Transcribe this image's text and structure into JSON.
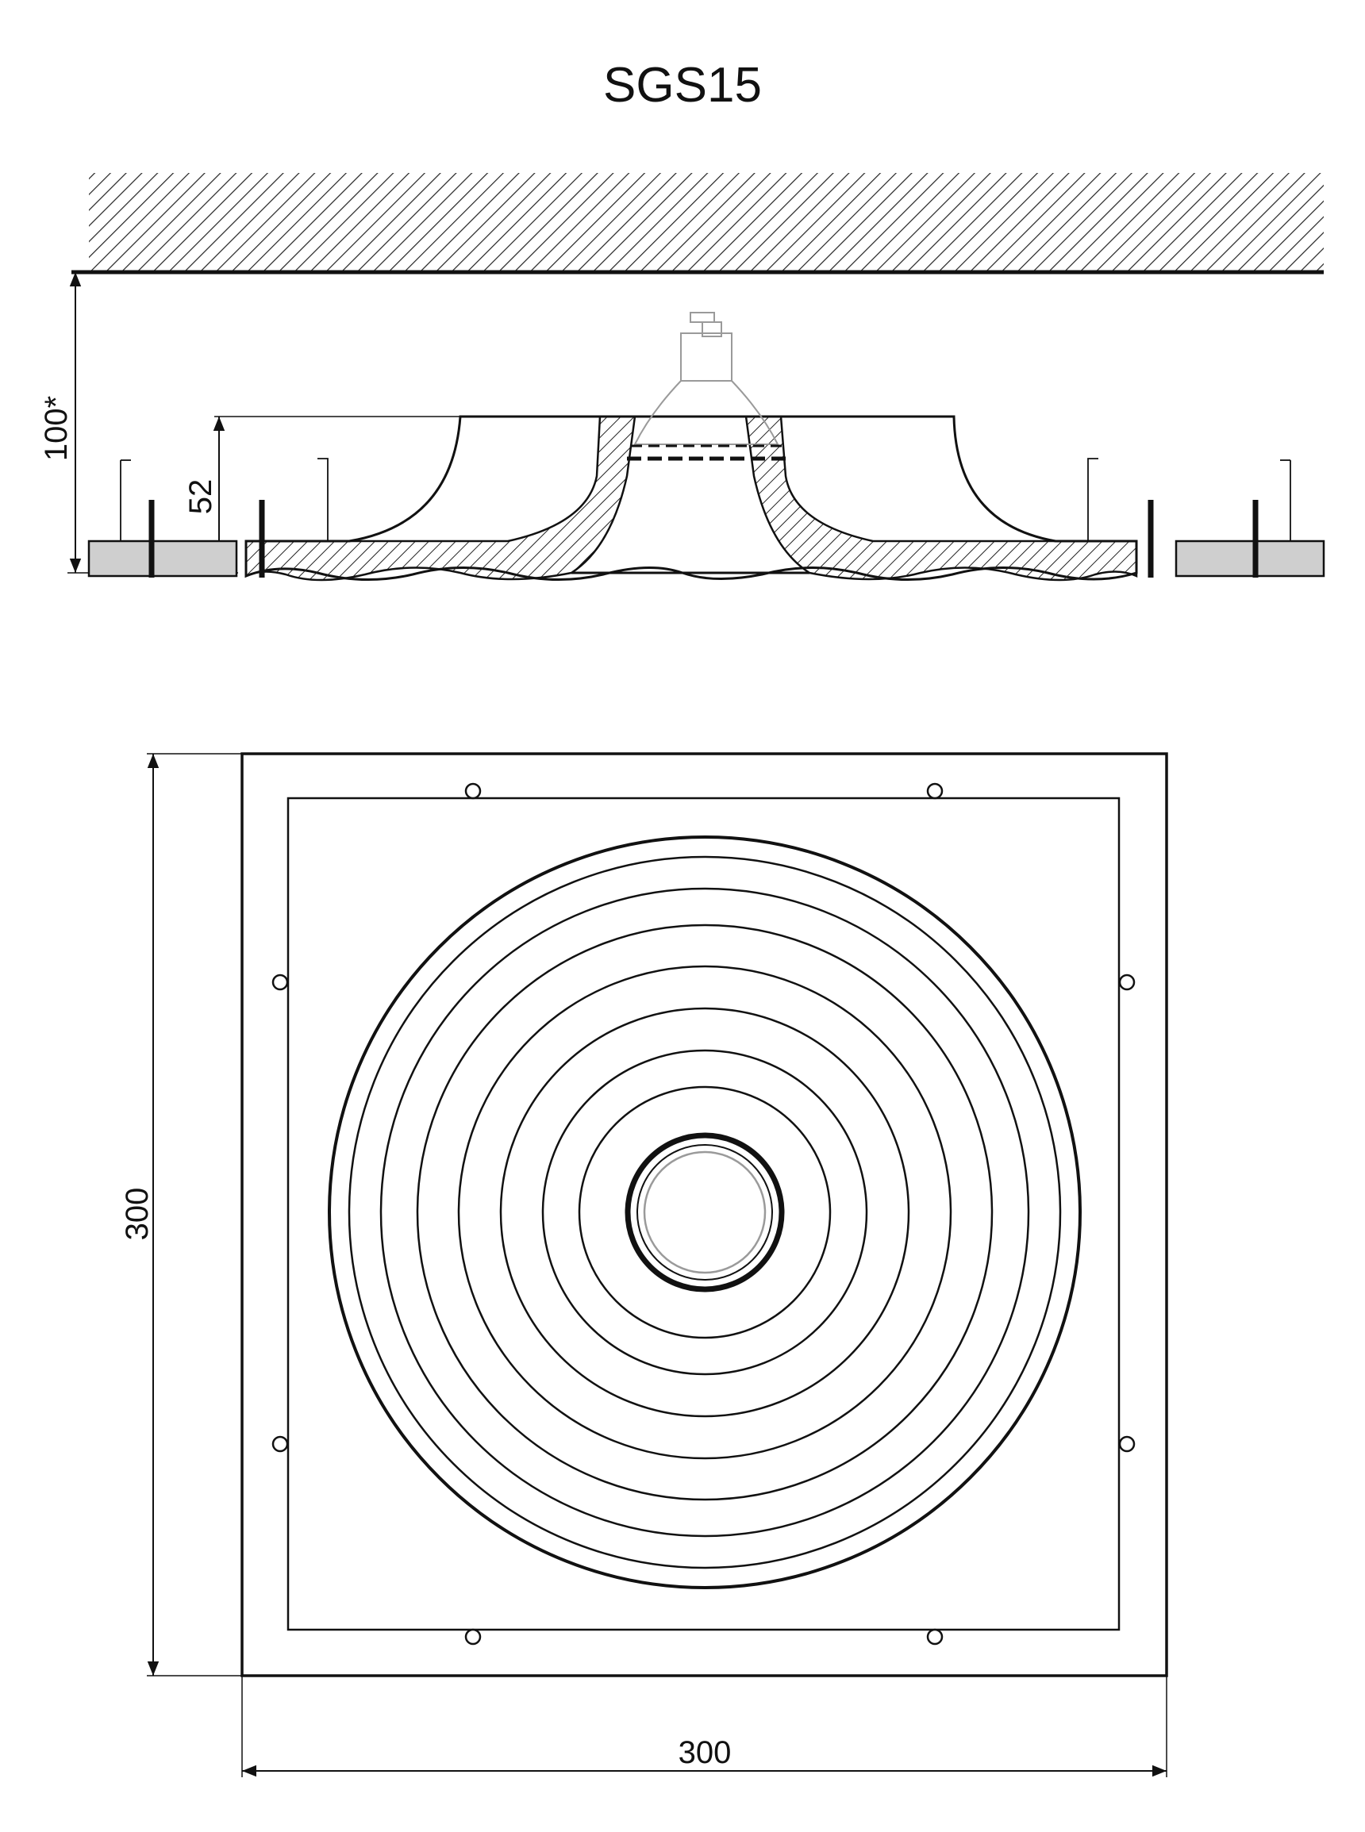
{
  "title": "SGS15",
  "section_view": {
    "dim_ceiling_gap": "100*",
    "dim_height": "52"
  },
  "plan_view": {
    "dim_height": "300",
    "dim_width": "300"
  },
  "colors": {
    "line": "#111111",
    "hatch": "#222222",
    "panel_fill": "#cfcfcf",
    "lamp_line": "#9a9a9a"
  }
}
